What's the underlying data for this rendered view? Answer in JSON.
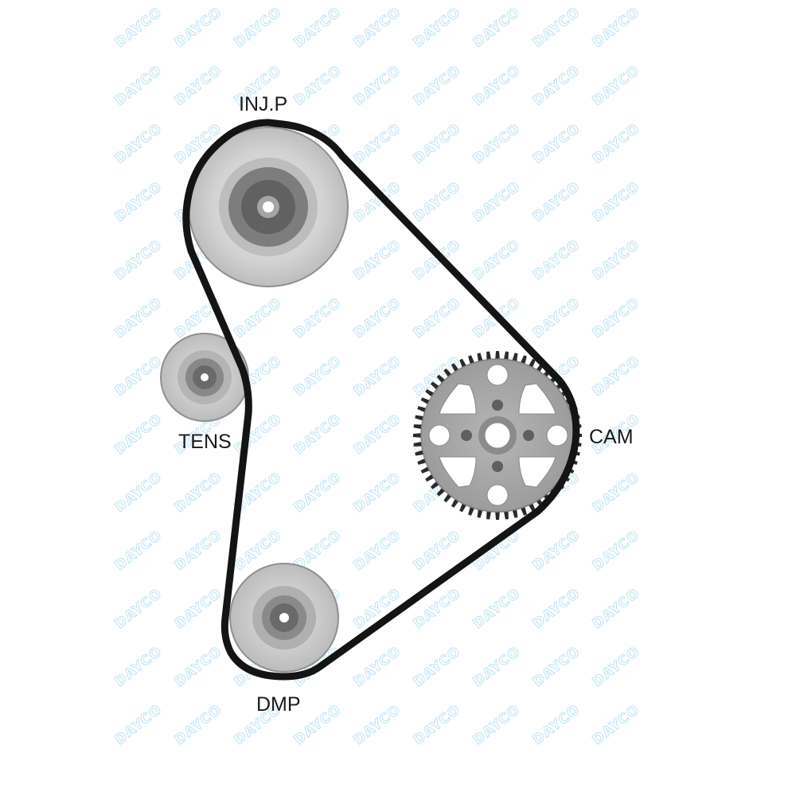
{
  "watermark": {
    "text": "DAYCO",
    "color": "#bfe3f2"
  },
  "labels": {
    "injection_pump": "INJ.P",
    "tensioner": "TENS",
    "camshaft": "CAM",
    "damper": "DMP"
  },
  "colors": {
    "belt": "#141414",
    "pulley_light": "#d7d7d7",
    "pulley_mid": "#a9a9a9",
    "pulley_dark": "#6f6f6f",
    "pulley_hub": "#5a5a5a",
    "hole": "#ffffff"
  }
}
